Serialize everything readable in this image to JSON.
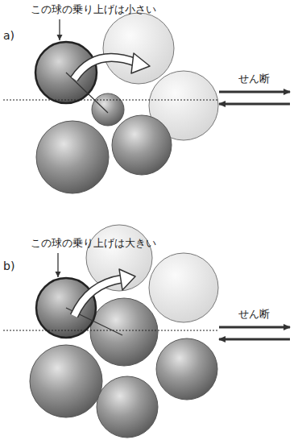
{
  "diagram": {
    "labels": [
      "この球の乗り上げは小さい",
      "a)",
      "せん断",
      "この球の乗り上げは大きい",
      "b)",
      "せん断"
    ]
  }
}
